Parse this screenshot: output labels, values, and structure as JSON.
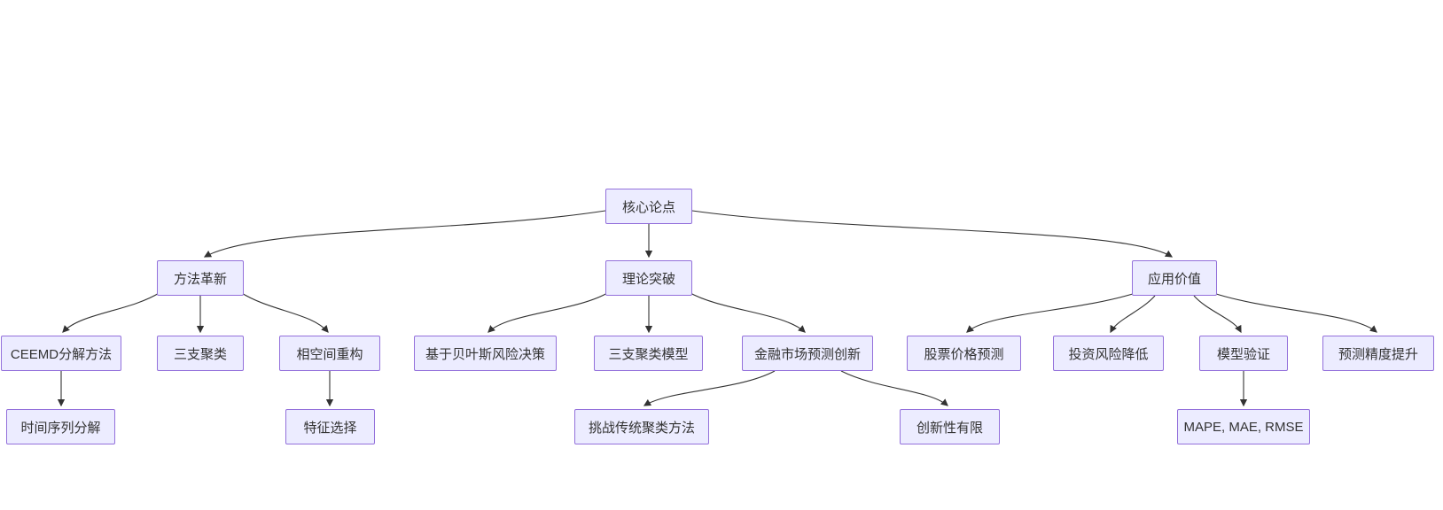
{
  "diagram": {
    "type": "flowchart",
    "direction": "top-down",
    "colors": {
      "background": "#FFFFFF",
      "node_fill": "#ECECFF",
      "node_border": "#9370DB",
      "node_text": "#333333",
      "edge_line": "#333333"
    },
    "nodes": {
      "core": {
        "label": "核心论点"
      },
      "method": {
        "label": "方法革新"
      },
      "theory": {
        "label": "理论突破"
      },
      "application": {
        "label": "应用价值"
      },
      "ceemd": {
        "label": "CEEMD分解方法"
      },
      "three_way_clustering": {
        "label": "三支聚类"
      },
      "phase_space": {
        "label": "相空间重构"
      },
      "bayesian_risk": {
        "label": "基于贝叶斯风险决策"
      },
      "three_way_model": {
        "label": "三支聚类模型"
      },
      "financial_forecast_innovation": {
        "label": "金融市场预测创新"
      },
      "stock_price_prediction": {
        "label": "股票价格预测"
      },
      "investment_risk_reduction": {
        "label": "投资风险降低"
      },
      "model_validation": {
        "label": "模型验证"
      },
      "prediction_accuracy": {
        "label": "预测精度提升"
      },
      "time_series_decomposition": {
        "label": "时间序列分解"
      },
      "feature_selection": {
        "label": "特征选择"
      },
      "challenge_traditional_clustering": {
        "label": "挑战传统聚类方法"
      },
      "limited_innovation": {
        "label": "创新性有限"
      },
      "evaluation_metrics": {
        "label": "MAPE, MAE, RMSE"
      }
    },
    "edges": [
      {
        "from": "core",
        "to": "method"
      },
      {
        "from": "core",
        "to": "theory"
      },
      {
        "from": "core",
        "to": "application"
      },
      {
        "from": "method",
        "to": "ceemd"
      },
      {
        "from": "method",
        "to": "three_way_clustering"
      },
      {
        "from": "method",
        "to": "phase_space"
      },
      {
        "from": "theory",
        "to": "bayesian_risk"
      },
      {
        "from": "theory",
        "to": "three_way_model"
      },
      {
        "from": "theory",
        "to": "financial_forecast_innovation"
      },
      {
        "from": "application",
        "to": "stock_price_prediction"
      },
      {
        "from": "application",
        "to": "investment_risk_reduction"
      },
      {
        "from": "application",
        "to": "model_validation"
      },
      {
        "from": "application",
        "to": "prediction_accuracy"
      },
      {
        "from": "ceemd",
        "to": "time_series_decomposition"
      },
      {
        "from": "phase_space",
        "to": "feature_selection"
      },
      {
        "from": "financial_forecast_innovation",
        "to": "challenge_traditional_clustering"
      },
      {
        "from": "financial_forecast_innovation",
        "to": "limited_innovation"
      },
      {
        "from": "model_validation",
        "to": "evaluation_metrics"
      }
    ]
  }
}
